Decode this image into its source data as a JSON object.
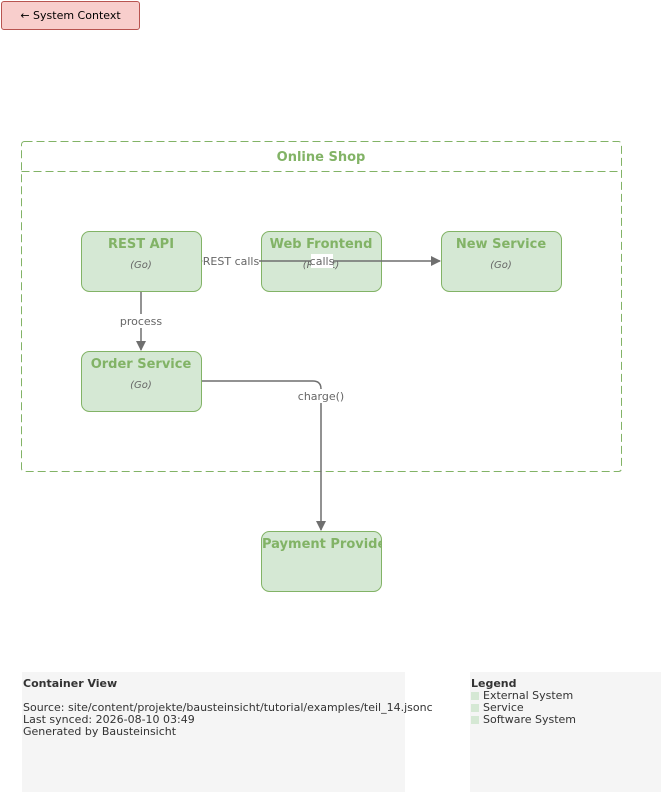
{
  "nav": {
    "back_label": "← System Context"
  },
  "boundary": {
    "title": "Online Shop"
  },
  "nodes": {
    "rest_api": {
      "name": "REST API",
      "tech": "(Go)"
    },
    "web_frontend": {
      "name": "Web Frontend",
      "tech": "(React)"
    },
    "new_service": {
      "name": "New Service",
      "tech": "(Go)"
    },
    "order_service": {
      "name": "Order Service",
      "tech": "(Go)"
    },
    "payment_provider": {
      "name": "Payment Provider"
    }
  },
  "edges": {
    "rest_calls": "REST calls",
    "calls": "calls",
    "process": "process",
    "charge": "charge()"
  },
  "meta": {
    "title": "Container View",
    "source": "Source: site/content/projekte/bausteinsicht/tutorial/examples/teil_14.jsonc",
    "synced": "Last synced: 2026-08-10 03:49",
    "generated": "Generated by Bausteinsicht"
  },
  "legend": {
    "title": "Legend",
    "items": [
      "External System",
      "Service",
      "Software System"
    ],
    "swatch_color": "#d5e8d4"
  },
  "colors": {
    "node_fill": "#d5e8d4",
    "node_stroke": "#82b366",
    "title_text": "#82b366",
    "edge": "#6f6f6f"
  }
}
